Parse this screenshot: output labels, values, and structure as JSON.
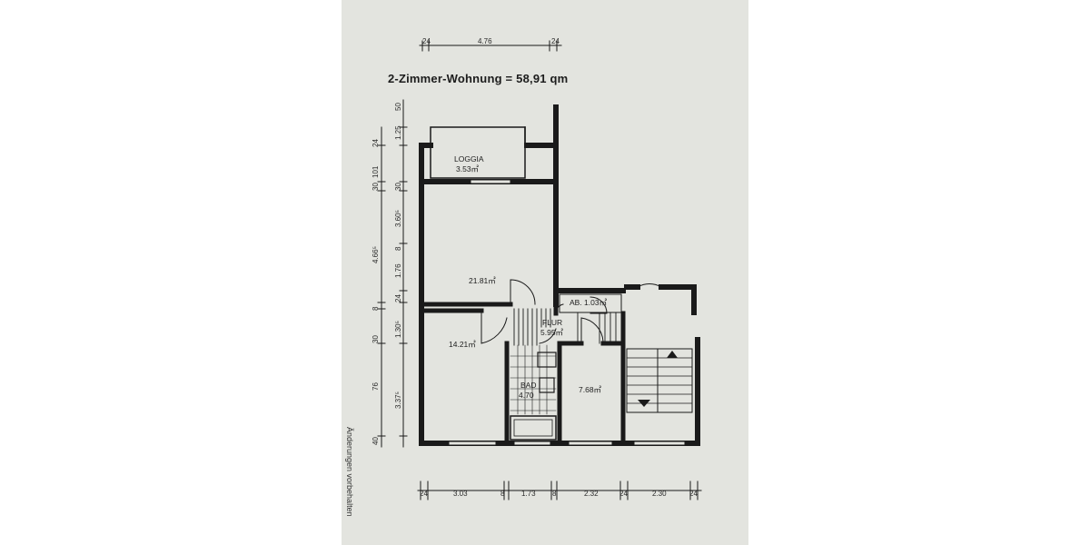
{
  "title": "2-Zimmer-Wohnung = 58,91 qm",
  "note": "Änderungen vorbehalten",
  "rooms": {
    "loggia_name": "LOGGIA",
    "loggia_area": "3.53㎡",
    "living_area": "21.81㎡",
    "ab_label": "AB. 1.03㎡",
    "flur_name": "FLUR",
    "flur_area": "5.95㎡",
    "bedroom_area": "14.21㎡",
    "bad_name": "BAD",
    "bad_area": "4.70",
    "kitchen_area": "7.68㎡"
  },
  "dims_top": [
    "24",
    "4.76",
    "24"
  ],
  "dims_bottom": [
    "24",
    "3.03",
    "8",
    "1.73",
    "8",
    "2.32",
    "24",
    "2.30",
    "24"
  ],
  "dims_left_outer": [
    "24",
    "101",
    "30",
    "4.66⁵",
    "8",
    "30",
    "76",
    "40"
  ],
  "dims_left_inner": [
    "50",
    "1.25",
    "30",
    "3.60⁵",
    "8",
    "1.76",
    "24",
    "1.30⁵",
    "3.37⁵"
  ]
}
